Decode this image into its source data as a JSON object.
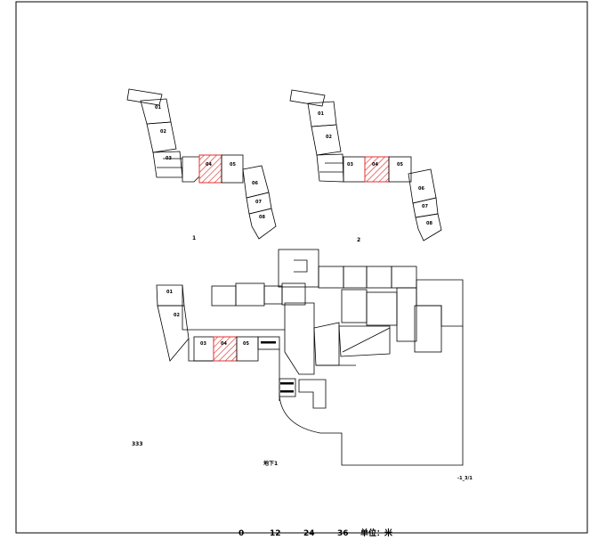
{
  "colors": {
    "line": "#000000",
    "highlight": "#e03030",
    "background": "#ffffff"
  },
  "plan1": {
    "label": "1",
    "rooms": [
      "01",
      "02",
      "03",
      "04",
      "05",
      "06",
      "07",
      "08"
    ],
    "highlighted": "04"
  },
  "plan2": {
    "label": "2",
    "rooms": [
      "01",
      "02",
      "03",
      "04",
      "05",
      "06",
      "07",
      "08"
    ],
    "highlighted": "04"
  },
  "plan3": {
    "rooms": [
      "01",
      "02",
      "03",
      "04",
      "05"
    ],
    "highlighted": "04",
    "label_left": "333",
    "label_center": "地下1",
    "label_right": "-1_3/1"
  },
  "scale_bar": {
    "ticks": [
      "0",
      "12",
      "24",
      "36"
    ],
    "unit_label": "单位：米"
  }
}
